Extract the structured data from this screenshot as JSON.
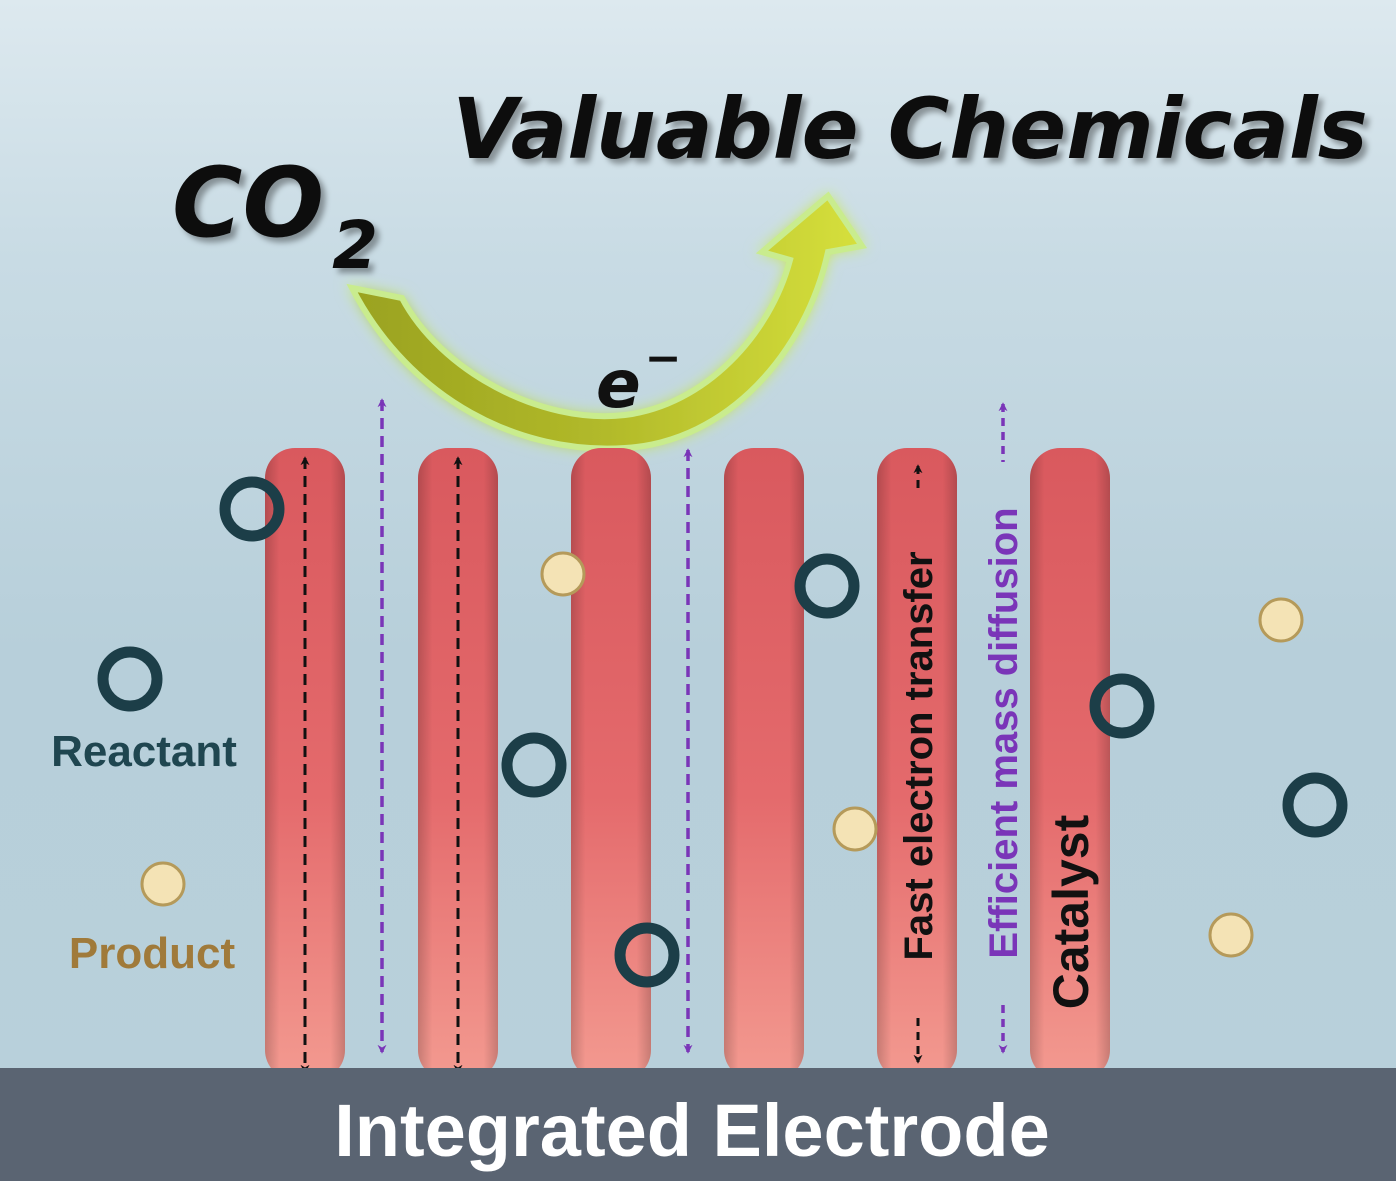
{
  "title": "Valuable Chemicals",
  "reactant_formula": "CO",
  "reactant_subscript": "2",
  "electron_symbol": "e",
  "electron_charge": "−",
  "labels": {
    "reactant": "Reactant",
    "product": "Product",
    "fast_electron_transfer": "Fast electron transfer",
    "efficient_mass_diffusion": "Efficient mass diffusion",
    "catalyst": "Catalyst",
    "electrode": "Integrated Electrode"
  },
  "colors": {
    "catalyst_rod_top": "#d9595e",
    "catalyst_rod_bottom": "#f39a90",
    "electrode": "#5a6472",
    "reactant_ring": "#1c3e48",
    "product_fill": "#f4e3b5",
    "product_edge": "#b59a5a",
    "electron_arrow": "#111111",
    "diffusion_arrow": "#7a35b8",
    "reaction_arrow": "#c7d23a",
    "reactant_text": "#1f4650",
    "product_text": "#a07a3a"
  },
  "icons": {
    "reactant": "hollow-circle",
    "product": "filled-circle",
    "reaction": "curved-arrow"
  }
}
